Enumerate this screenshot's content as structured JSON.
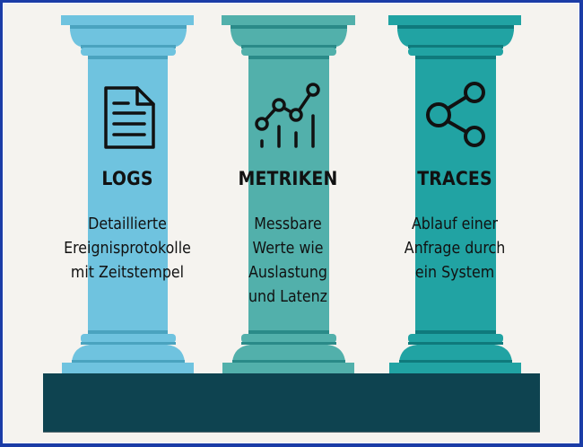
{
  "colors": {
    "border": "#1b3ca6",
    "background": "#f5f3ef",
    "platform": "#0e4350",
    "pillars": [
      {
        "fill": "#6fc3df",
        "shade": "#4aa3bf"
      },
      {
        "fill": "#52b0ab",
        "shade": "#2a8a88"
      },
      {
        "fill": "#21a3a3",
        "shade": "#0f7a7c"
      }
    ],
    "text": "#111111"
  },
  "pillars": [
    {
      "icon": "document-icon",
      "title": "LOGS",
      "description_lines": [
        "Detaillierte",
        "Ereignisprotokolle",
        "mit Zeitstempel"
      ]
    },
    {
      "icon": "line-chart-icon",
      "title": "METRIKEN",
      "description_lines": [
        "Messbare",
        "Werte wie",
        "Auslastung",
        "und Latenz"
      ]
    },
    {
      "icon": "share-nodes-icon",
      "title": "TRACES",
      "description_lines": [
        "Ablauf einer",
        "Anfrage durch",
        "ein System"
      ]
    }
  ]
}
